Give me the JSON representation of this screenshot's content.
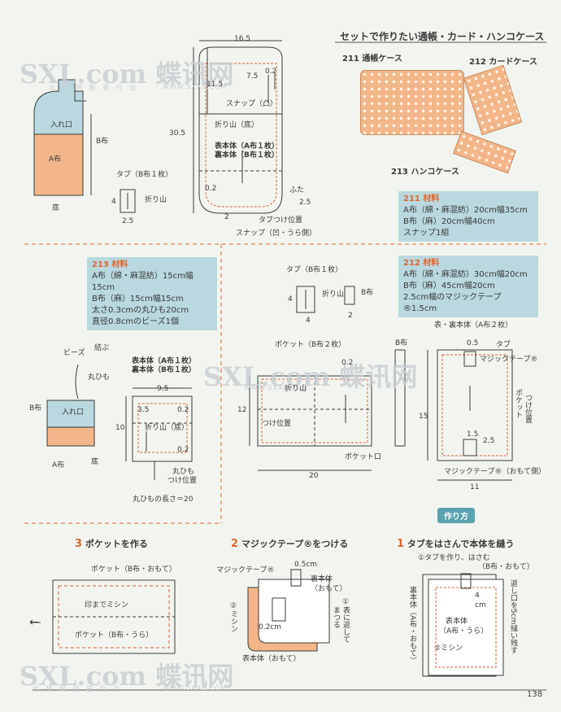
{
  "header": {
    "title": "セットで作りたい通帳・カード・ハンコケース"
  },
  "products": {
    "p211": "211 通帳ケース",
    "p212": "212 カードケース",
    "p213": "213 ハンコケース"
  },
  "materials": {
    "m211": {
      "title": "211 材料",
      "lines": [
        "A布（綿・麻混紡）20cm幅35cm",
        "B布（麻）20cm幅40cm",
        "スナップ1組"
      ]
    },
    "m213": {
      "title": "213 材料",
      "lines": [
        "A布（綿・麻混紡）15cm幅15cm",
        "B布（麻）15cm幅15cm",
        "太さ0.3cmの丸ひも20cm",
        "直径0.8cmのビーズ1個"
      ]
    },
    "m212": {
      "title": "212 材料",
      "lines": [
        "A布（綿・麻混紡）30cm幅20cm",
        "B布（麻）45cm幅20cm",
        "2.5cm幅のマジックテープ®1.5cm"
      ]
    }
  },
  "d211": {
    "w": "16.5",
    "d75": "7.5",
    "d02a": "0.2",
    "d115": "11.5",
    "d305": "30.5",
    "snap_top": "スナップ（凸）",
    "fold": "折り山（底）",
    "body1": "表本体（A布１枚）",
    "body2": "裏本体（B布１枚）",
    "lid": "ふた",
    "d25": "2.5",
    "d02b": "0.2",
    "d2": "2",
    "tab_pos": "タブつけ位置",
    "snap_bottom": "スナップ（凹・うら側）",
    "tab_title": "タブ（B布１枚）",
    "tab_fold": "折り山",
    "t4": "4",
    "t25": "2.5",
    "ill_pocket": "入れ口",
    "ill_a": "A布",
    "ill_b": "B布",
    "ill_bottom": "底"
  },
  "d213": {
    "beads": "ビーズ",
    "knot": "結ぶ",
    "cord": "丸ひも",
    "b": "B布",
    "pocket": "入れ口",
    "a": "A布",
    "bottom": "底",
    "body1": "表本体（A布１枚）",
    "body2": "裏本体（B布１枚）",
    "w": "9.5",
    "d35": "3.5",
    "d02": "0.2",
    "d10": "10",
    "fold": "折り山（底）",
    "d02b": "0.2",
    "cord_pos1": "丸ひも",
    "cord_pos2": "つけ位置",
    "cord_len": "丸ひもの長さ＝20"
  },
  "d212": {
    "tab_title": "タブ（B布１枚）",
    "tab_fold": "折り山",
    "tab_b": "B布",
    "t4a": "4",
    "t4b": "4",
    "t2": "2",
    "pocket_title": "ポケット（B布２枚）",
    "p02": "0.2",
    "pb": "B布",
    "p12": "12",
    "pfold": "折り山",
    "pos": "つけ位置",
    "p20": "20",
    "pmouth": "ポケット口",
    "body_title": "表・裏本体（A布２枚）",
    "b05": "0.5",
    "btab": "タブ",
    "bmagic": "マジックテープ®",
    "pocket_pos1": "ポケット",
    "pocket_pos2": "つけ位置",
    "b15": "15",
    "b15b": "1.5",
    "b25": "2.5",
    "bmagic2": "マジックテープ®（おもて側）",
    "b11": "11"
  },
  "steps": {
    "label": "作り方",
    "s3": {
      "num": "3",
      "title": "ポケットを作る",
      "pocket_top": "ポケット（B布・おもて）",
      "sew": "印までミシン",
      "pocket_back": "ポケット（B布・うら）"
    },
    "s2": {
      "num": "2",
      "title": "マジックテープ®をつける",
      "magic": "マジックテープ®",
      "d05": "0.5cm",
      "ura1": "裏本体",
      "ura2": "（おもて）",
      "sew": "②ミシン",
      "d02": "0.2cm",
      "fold1": "①表に返して",
      "fold2": "まつる",
      "omote": "表本体（おもて）"
    },
    "s1": {
      "num": "1",
      "title": "タブをはさんで本体を縫う",
      "tab": "①タブを作り、はさむ",
      "b_omote": "（B布・おもて）",
      "ura": "裏本体（A布・おもて）",
      "d4": "4",
      "cm": "cm",
      "return": "返し口を5cm縫い残す",
      "omote1": "表本体",
      "omote2": "（A布・うら）",
      "sew": "②ミシン"
    }
  },
  "page_number": "138",
  "watermark": {
    "text": "SXL.com 蝶讯网",
    "url": "WWW.SXXL.COM",
    "sub": "比 特 网 服 装 行 业"
  }
}
